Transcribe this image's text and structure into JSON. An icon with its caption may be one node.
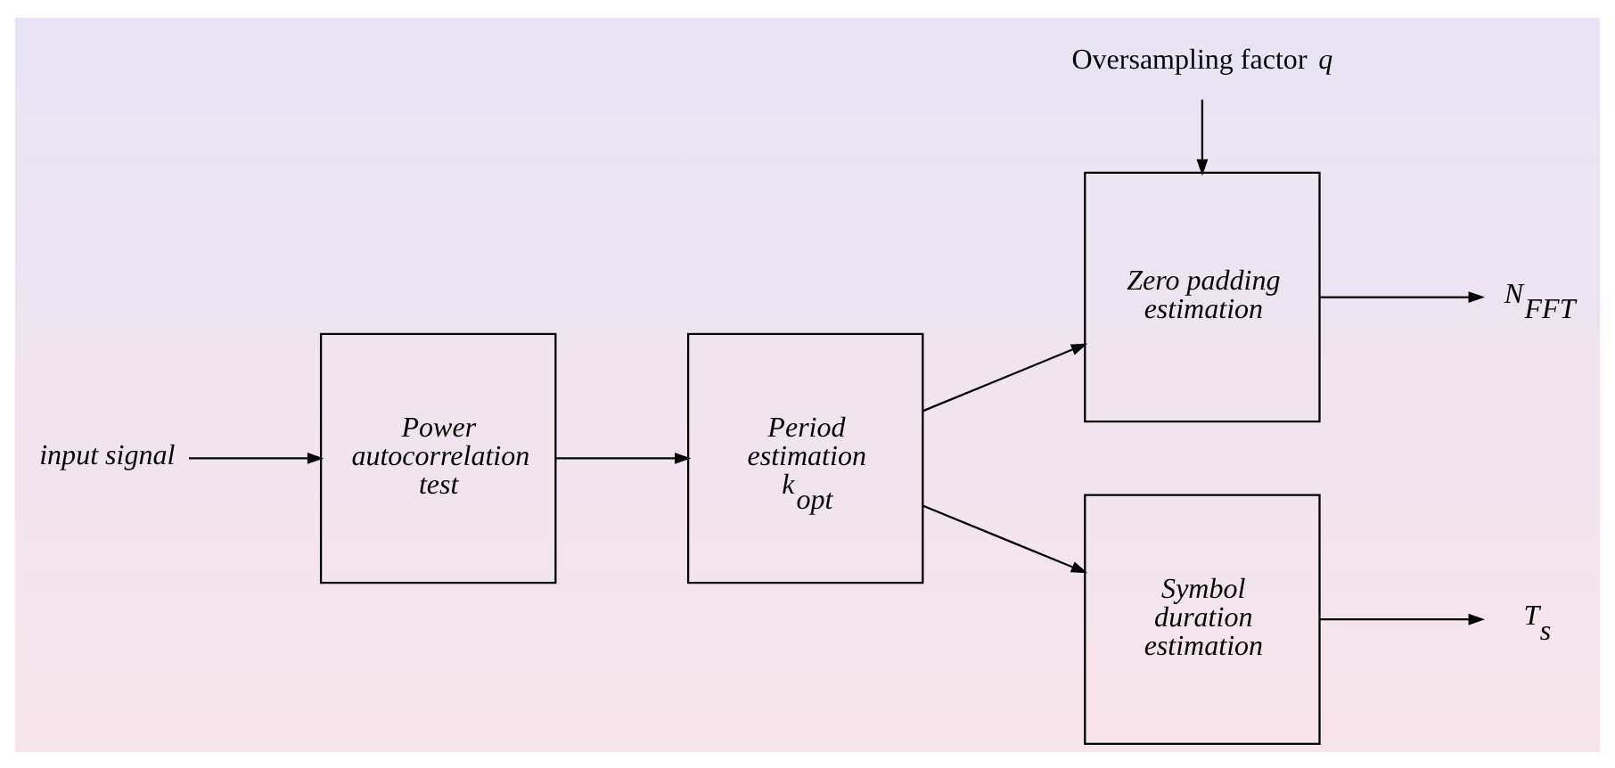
{
  "diagram": {
    "nodes": [
      {
        "text": [
          "input signal"
        ]
      },
      {
        "text": [
          "Power autocorrelation test"
        ]
      },
      {
        "text": [
          "Period estimation k$_{opt}$"
        ]
      },
      {
        "text": [
          "Oversampling factor *q*"
        ]
      },
      {
        "text": [
          "Zero padding estimation"
        ]
      },
      {
        "text": [
          "Symbol duration estimation"
        ]
      },
      {
        "text": [
          "N$_{FFT}$"
        ]
      },
      {
        "text": [
          "T$_{s}$"
        ]
      }
    ],
    "edges": [
      {
        "from": 0,
        "to": 1,
        "arrow": "to"
      },
      {
        "from": 1,
        "to": 2,
        "arrow": "to"
      },
      {
        "from": 2,
        "to": 4,
        "arrow": "to"
      },
      {
        "from": 2,
        "to": 5,
        "arrow": "to"
      },
      {
        "from": 3,
        "to": 4,
        "arrow": "to"
      },
      {
        "from": 4,
        "to": 6,
        "arrow": "to"
      },
      {
        "from": 5,
        "to": 7,
        "arrow": "to"
      }
    ]
  }
}
